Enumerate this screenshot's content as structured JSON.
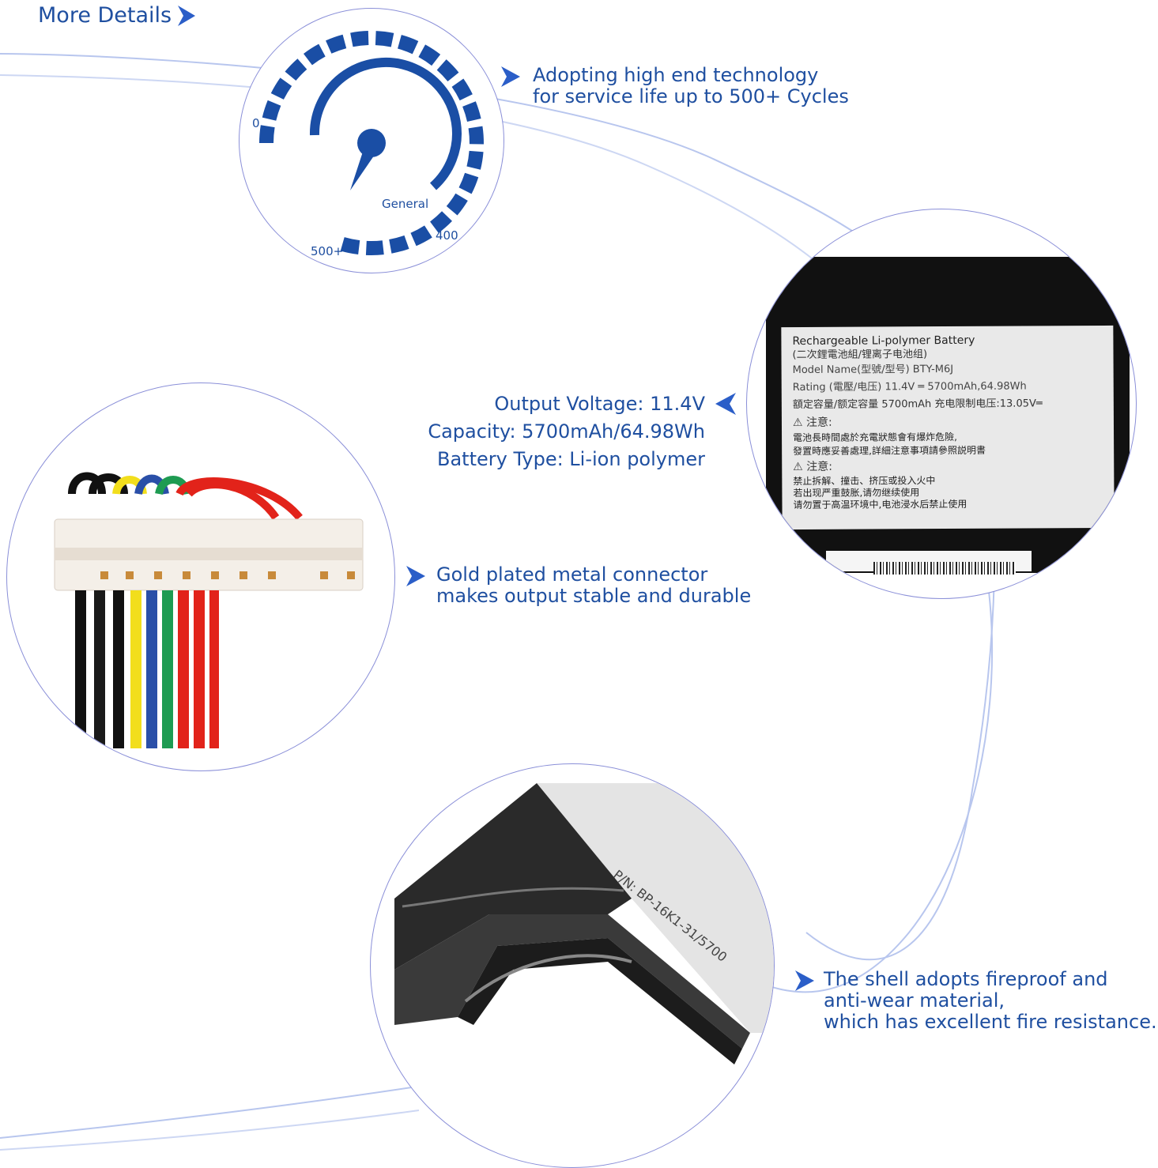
{
  "header": {
    "title": "More Details"
  },
  "gauge": {
    "label_min": "0",
    "label_general": "General",
    "label_400": "400",
    "label_max": "500+"
  },
  "features": {
    "cycles": {
      "line1": "Adopting high end technology",
      "line2": "for service life up to 500+ Cycles"
    },
    "connector": {
      "line1": "Gold plated metal connector",
      "line2": "makes output stable and durable"
    },
    "shell": {
      "line1": "The shell adopts fireproof and",
      "line2": "anti-wear material,",
      "line3": "which has excellent fire resistance."
    }
  },
  "specs": {
    "voltage": "Output Voltage: 11.4V",
    "capacity": "Capacity: 5700mAh/64.98Wh",
    "type": "Battery Type: Li-ion polymer"
  },
  "label_photo": {
    "l1": "Rechargeable  Li-polymer  Battery",
    "l2": "(二次鋰電池組/锂离子电池组)",
    "l3": "Model Name(型號/型号)  BTY-M6J",
    "l4": "Rating (電壓/电压)  11.4V ═ 5700mAh,64.98Wh",
    "l5": "額定容量/额定容量  5700mAh   充电限制电压:13.05V═",
    "l6": "注意:",
    "l7": "電池長時間處於充電狀態會有爆炸危險,",
    "l8": "發置時應妥善處理,詳細注意事項請參照説明書",
    "l9": "注意:",
    "l10": "禁止拆解、撞击、挤压或投入火中",
    "l11": "若出现严重鼓胀,请勿继续使用",
    "l12": "请勿置于高温环境中,电池浸水后禁止使用"
  },
  "shell_photo": {
    "pn": "P/N: BP-16K1-31/5700"
  },
  "colors": {
    "accent": "#1f4fa0",
    "ring": "#8a8fd8",
    "arrow": "#2b5ec8"
  }
}
